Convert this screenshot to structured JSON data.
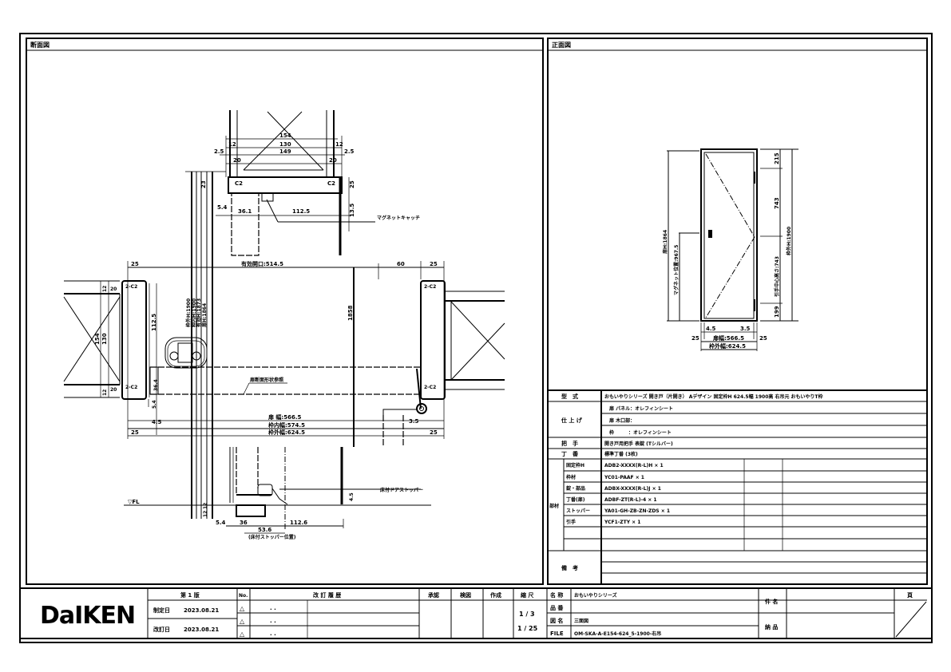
{
  "section_view": {
    "title": "断面図",
    "dims_top": [
      "154",
      "130",
      "149",
      "12",
      "12",
      "2.5",
      "2.5",
      "20",
      "20"
    ],
    "head": {
      "c_left": "C2",
      "c_right": "C2",
      "d23": "23",
      "d25": "25",
      "d5_4": "5.4",
      "d36_1": "36.1",
      "d112_5": "112.5",
      "d13_5": "13.5",
      "magnet": "マグネットキャッチ"
    },
    "opening": "有効開口:514.5",
    "d60": "60",
    "d25a": "25",
    "d25b": "25",
    "heights": [
      "枠外H:1900",
      "枠内H:1900",
      "有効H:1873",
      "扉H:1864"
    ],
    "d1858": "1858",
    "d112_5_side": "112.5",
    "wall_left": {
      "d12a": "12",
      "d20a": "20",
      "d154": "154",
      "d130": "130",
      "d12b": "12",
      "d20b": "20"
    },
    "c2_labels": [
      "2-C2",
      "2-C2",
      "2-C2",
      "2-C2"
    ],
    "d36_4": "36.4",
    "d5_4": "5.4",
    "d4_5": "4.5",
    "leaf_note": "扉断面形状参照",
    "widths": [
      "扉 幅:566.5",
      "枠内幅:574.5",
      "枠外幅:624.5"
    ],
    "d3_5": "3.5",
    "d25c": "25",
    "d25d": "25",
    "floor": {
      "fl": "▽FL",
      "d12a": "12",
      "d12b": "12",
      "d5_4": "5.4",
      "d36": "36",
      "d53_6": "53.6",
      "d112_6": "112.6",
      "note": "(床付ストッパー位置)",
      "stopper": "床付ドアストッパー",
      "d4_5": "4.5"
    }
  },
  "front_view": {
    "title": "正面図",
    "d215": "215",
    "d743a": "743",
    "d743b": "引手中心高さ:743",
    "d199": "199",
    "frame_h": "枠外H:1900",
    "door_h": "扉H:1864",
    "magnet_h": "マグネット位置:967.5",
    "d4_5": "4.5",
    "d3_5": "3.5",
    "door_w": "扉幅:566.5",
    "d25a": "25",
    "d25b": "25",
    "frame_w": "枠外幅:624.5"
  },
  "spec_table": {
    "model_label": "型　式",
    "model_value": "おもいやりシリーズ 開き戸（片開き） Aデザイン 固定枠H 624.5幅 1900高 右吊元 おもいやりT枠",
    "finish_label": "仕 上 げ",
    "finish_rows": [
      "扉 パネル：オレフィンシート",
      "扉 木口部：",
      "枠　　　：オレフィンシート"
    ],
    "handle_label": "把　手",
    "handle_value": "開き戸用把手 表錠 (Tシルバー)",
    "hinge_label": "丁　番",
    "hinge_value": "標準丁番 (3枚)",
    "parts_label": "部材",
    "parts": [
      {
        "name": "固定枠H",
        "value": "ADB2-XXXX(R-L)H × 1"
      },
      {
        "name": "枠材",
        "value": "YC01-PAAF × 1"
      },
      {
        "name": "錠・部品",
        "value": "ADBX-XXXX(R-L)J × 1"
      },
      {
        "name": "丁番(扉)",
        "value": "ADBF-ZT(R-L)-4 × 1"
      },
      {
        "name": "ストッパー",
        "value": "YA01-GH-ZB-ZN-ZDS × 1"
      },
      {
        "name": "引手",
        "value": "YCF1-ZTY × 1"
      },
      {
        "name": "",
        "value": ""
      },
      {
        "name": "",
        "value": ""
      }
    ],
    "remarks_label": "備　考"
  },
  "title_block": {
    "logo": "DaIKEN",
    "edition": "第 1 版",
    "established_label": "制定日",
    "established_date": "2023.08.21",
    "revised_label": "改訂日",
    "revised_date": "2023.08.21",
    "no_label": "No.",
    "revision_symbol": "△",
    "revision_dots": ". .",
    "history_label": "改 訂 履 歴",
    "approve_label": "承認",
    "check_label": "検図",
    "create_label": "作成",
    "scale_label": "縮 尺",
    "scale_1": "1 / 3",
    "scale_2": "1 / 25",
    "name_label": "名 称",
    "name_value": "おもいやりシリーズ",
    "part_label": "品 番",
    "drawing_label": "図 名",
    "drawing_value": "三面図",
    "file_label": "FILE",
    "file_value": "OM-SKA-A-E154-624_5-1900-右吊",
    "project_label": "件 名",
    "delivery_label": "納 品",
    "page_label": "頁"
  }
}
